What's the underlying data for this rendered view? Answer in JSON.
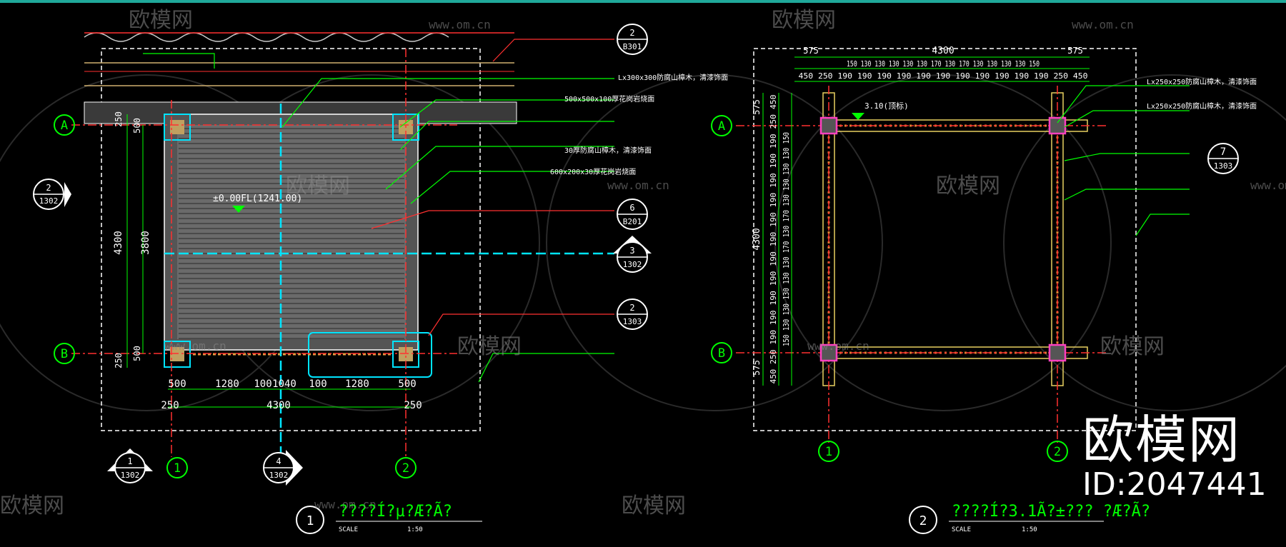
{
  "plan1": {
    "title": "????Í?µ?Æ?Ã?",
    "number": "1",
    "scale_label": "SCALE",
    "scale_value": "1:50",
    "axis_a": "A",
    "axis_b": "B",
    "axis_1": "1",
    "axis_2": "2",
    "level_mark": "±0.00FL(1241.00)",
    "dim_bottom": [
      "500",
      "1280",
      "100",
      "1040",
      "100",
      "1280",
      "500"
    ],
    "dim_total": "4300",
    "dim_bottom_ends": [
      "250",
      "250"
    ],
    "dim_left_total": "4300",
    "dim_left_inner": "3800",
    "dim_left_top": [
      "250",
      "500"
    ],
    "dim_left_bottom": [
      "500",
      "250"
    ],
    "callouts": [
      {
        "top": "2",
        "bottom": "B301"
      },
      {
        "top": "2",
        "bottom": "1302"
      },
      {
        "top": "6",
        "bottom": "B201"
      },
      {
        "top": "3",
        "bottom": "1302"
      },
      {
        "top": "2",
        "bottom": "1303"
      },
      {
        "top": "1",
        "bottom": "1302"
      },
      {
        "top": "4",
        "bottom": "1302"
      }
    ],
    "notes": [
      "Lx300x300防腐山樟木，清漆饰面",
      "500x500x100厚花岗岩烧面",
      "30厚防腐山樟木，清漆饰面",
      "600x200x30厚花岗岩烧面"
    ]
  },
  "plan2": {
    "title": "????Í?3.1Ã?±???  ?Æ?Ã?",
    "number": "2",
    "scale_label": "SCALE",
    "scale_value": "1:50",
    "axis_a": "A",
    "axis_b": "B",
    "axis_1": "1",
    "axis_2": "2",
    "level_mark": "3.10(顶标)",
    "dim_total_top": "4300",
    "dim_ends_top": [
      "575",
      "575"
    ],
    "dim_row1": "150 130 130 130 130 130 170 130 170 130 130 130 130 150",
    "dim_row2": "450 250 190 190 190 190 190 190 190 190 190 190 190 250 450",
    "dim_left_total": "4300",
    "dim_left_ends": [
      "575",
      "575"
    ],
    "dim_left_chain": "450 250 190 190 190 190 190 190 190 190 190 190 190 250 450",
    "dim_left_chain2": "150 130 130 130 130 130 170 130 170 130 130 130 130 150",
    "callout": {
      "top": "7",
      "bottom": "1303"
    },
    "notes": [
      "Lx250x250防腐山樟木，清漆饰面",
      "Lx250x250防腐山樟木，清漆饰面"
    ]
  },
  "watermark": {
    "brand_cn": "欧模网",
    "brand_url": "www.om.cn",
    "id_label": "ID:2047441"
  },
  "colors": {
    "background": "#000000",
    "dimension": "#00ff00",
    "axis": "#00e5ff",
    "leader": "#ff2020",
    "beam": "#e8d060",
    "column": "#ff40c0",
    "text": "#ffffff"
  }
}
